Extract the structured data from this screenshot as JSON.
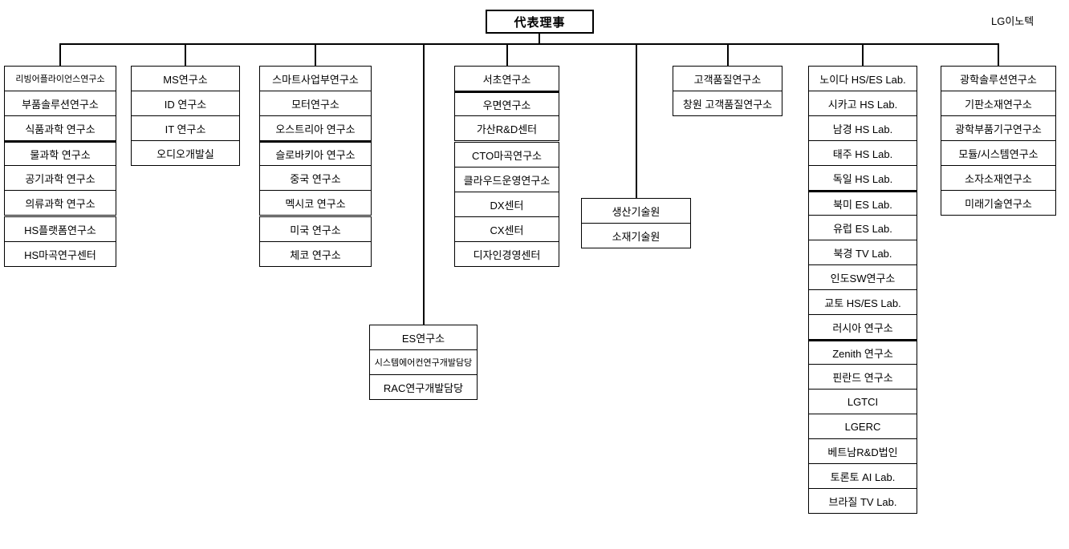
{
  "root": {
    "label": "代表理事"
  },
  "corner_label": "LG이노텍",
  "colors": {
    "line": "#000000",
    "background": "#ffffff",
    "text": "#000000"
  },
  "columns": [
    {
      "id": "living-appliance-group",
      "items": [
        {
          "label": "리빙어플라이언스연구소",
          "small": true
        },
        {
          "label": "부품솔루션연구소"
        },
        {
          "label": "식품과학 연구소"
        },
        {
          "label": "물과학 연구소",
          "divider": "thick"
        },
        {
          "label": "공기과학 연구소"
        },
        {
          "label": "의류과학 연구소"
        },
        {
          "label": "HS플랫폼연구소",
          "divider": "double"
        },
        {
          "label": "HS마곡연구센터"
        }
      ]
    },
    {
      "id": "ms-group",
      "items": [
        {
          "label": "MS연구소"
        },
        {
          "label": "ID 연구소"
        },
        {
          "label": "IT 연구소"
        },
        {
          "label": "오디오개발실"
        }
      ]
    },
    {
      "id": "smart-business-group",
      "items": [
        {
          "label": "스마트사업부연구소"
        },
        {
          "label": "모터연구소"
        },
        {
          "label": "오스트리아 연구소"
        },
        {
          "label": "슬로바키아 연구소",
          "divider": "thick"
        },
        {
          "label": "중국 연구소"
        },
        {
          "label": "멕시코 연구소"
        },
        {
          "label": "미국 연구소",
          "divider": "double"
        },
        {
          "label": "체코 연구소"
        }
      ]
    },
    {
      "id": "es-group",
      "items": [
        {
          "label": "ES연구소"
        },
        {
          "label": "시스템에어컨연구개발담당",
          "small": true
        },
        {
          "label": "RAC연구개발담당"
        }
      ]
    },
    {
      "id": "seocho-group",
      "items": [
        {
          "label": "서초연구소"
        },
        {
          "label": "우면연구소",
          "divider": "thick"
        },
        {
          "label": "가산R&D센터"
        },
        {
          "label": "CTO마곡연구소",
          "divider": "double"
        },
        {
          "label": "클라우드운영연구소"
        },
        {
          "label": "DX센터"
        },
        {
          "label": "CX센터"
        },
        {
          "label": "디자인경영센터"
        }
      ]
    },
    {
      "id": "production-tech-group",
      "items": [
        {
          "label": "생산기술원"
        },
        {
          "label": "소재기술원"
        }
      ]
    },
    {
      "id": "customer-quality-group",
      "items": [
        {
          "label": "고객품질연구소"
        },
        {
          "label": "창원 고객품질연구소"
        }
      ]
    },
    {
      "id": "overseas-labs-group",
      "items": [
        {
          "label": "노이다 HS/ES Lab."
        },
        {
          "label": "시카고 HS Lab."
        },
        {
          "label": "남경 HS Lab."
        },
        {
          "label": "태주 HS Lab."
        },
        {
          "label": "독일 HS Lab."
        },
        {
          "label": "북미 ES Lab.",
          "divider": "thick"
        },
        {
          "label": "유럽 ES Lab."
        },
        {
          "label": "북경 TV Lab."
        },
        {
          "label": "인도SW연구소"
        },
        {
          "label": "교토 HS/ES Lab."
        },
        {
          "label": "러시아 연구소"
        },
        {
          "label": "Zenith 연구소",
          "divider": "thick"
        },
        {
          "label": "핀란드 연구소"
        },
        {
          "label": "LGTCI"
        },
        {
          "label": "LGERC"
        },
        {
          "label": "베트남R&D법인"
        },
        {
          "label": "토론토 AI Lab."
        },
        {
          "label": "브라질 TV Lab."
        }
      ]
    },
    {
      "id": "optics-group",
      "items": [
        {
          "label": "광학솔루션연구소"
        },
        {
          "label": "기판소재연구소"
        },
        {
          "label": "광학부품기구연구소"
        },
        {
          "label": "모듈/시스템연구소"
        },
        {
          "label": "소자소재연구소"
        },
        {
          "label": "미래기술연구소"
        }
      ]
    }
  ]
}
